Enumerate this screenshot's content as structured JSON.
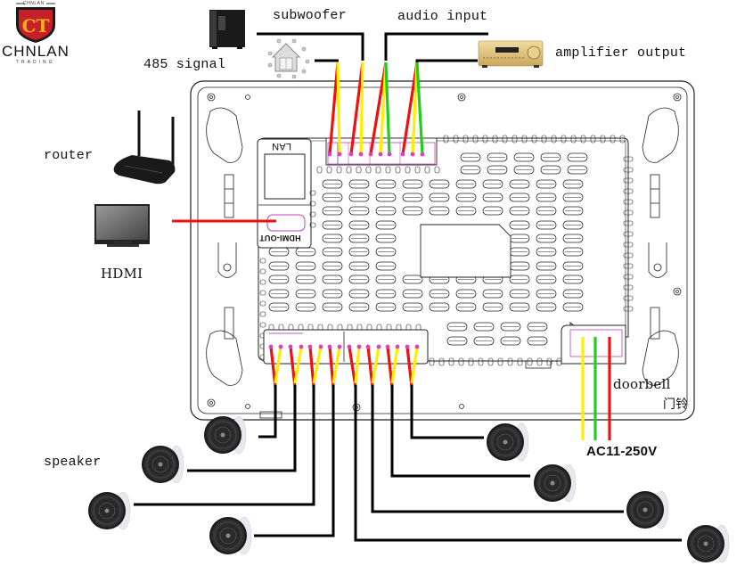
{
  "brand": {
    "name": "CHNLAN",
    "subtitle": "TRADING",
    "top_mark": "CHNLAN",
    "monogram": "CT",
    "colors": {
      "shield_outer": "#1a1a1a",
      "shield_inner": "#c8202a",
      "monogram": "#f0b21a"
    }
  },
  "labels": {
    "subwoofer": "subwoofer",
    "audio_input": "audio input",
    "amplifier_output": "amplifier output",
    "signal_485": "485 signal",
    "router": "router",
    "hdmi": "HDMI",
    "speaker": "speaker",
    "doorbell": "doorbell",
    "doorbell_cn": "门铃",
    "ac_power": "AC11-250V"
  },
  "panel_labels": {
    "lan": "LAN",
    "hdmi_out": "HDMI-OUT"
  },
  "devices": [
    {
      "id": "subwoofer",
      "icon": "subwoofer-speaker-icon"
    },
    {
      "id": "smart-home-485",
      "icon": "smart-home-icon"
    },
    {
      "id": "amplifier",
      "icon": "av-receiver-icon"
    },
    {
      "id": "router",
      "icon": "wifi-router-icon"
    },
    {
      "id": "tv",
      "icon": "tv-monitor-icon"
    },
    {
      "id": "speakers",
      "icon": "ceiling-speaker-icon",
      "count": 8
    }
  ],
  "wire_colors": {
    "red": "#ee1111",
    "yellow": "#ffee00",
    "green": "#22cc22",
    "black": "#000000",
    "pin": "#e040c0"
  },
  "top_terminals": [
    "red",
    "yellow",
    "red",
    "yellow",
    "red",
    "yellow",
    "green",
    "red",
    "yellow",
    "green"
  ],
  "speaker_terminals_count": 16,
  "power_terminals": [
    "yellow",
    "green",
    "red"
  ]
}
